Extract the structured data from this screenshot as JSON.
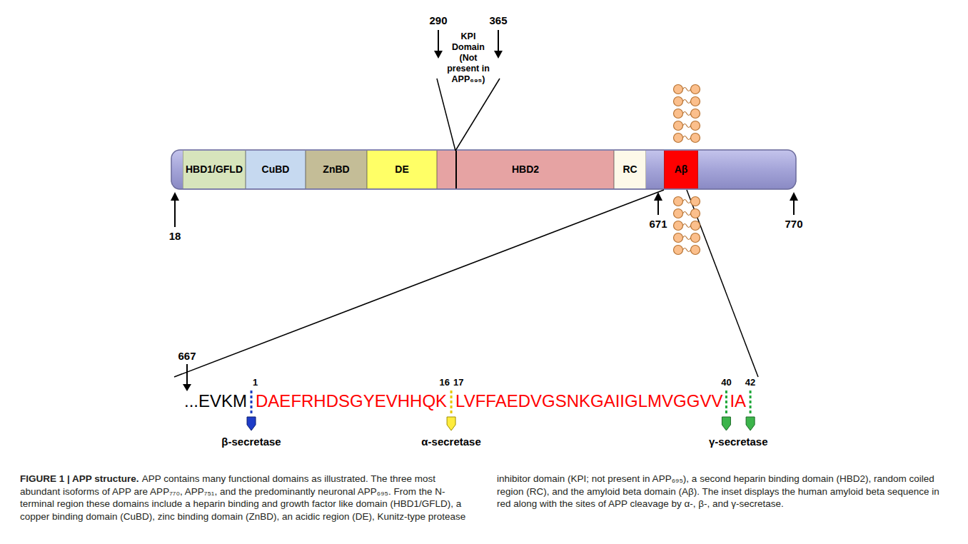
{
  "diagram": {
    "title": "FIGURE 1 | APP structure.",
    "caption": "APP contains many functional domains as illustrated. The three most abundant isoforms of APP are APP₇₇₀, APP₇₅₁, and the predominantly neuronal APP₆₉₅. From the N-terminal region these domains include a heparin binding and growth factor like domain (HBD1/GFLD), a copper binding domain (CuBD), zinc binding domain (ZnBD), an acidic region (DE), Kunitz-type protease inhibitor domain (KPI; not present in APP₆₉₅), a second heparin binding domain (HBD2), random coiled region (RC), and the amyloid beta domain (Aβ). The inset displays the human amyloid beta sequence in red along with the sites of APP cleavage by α-, β-, and γ-secretase.",
    "nodes": [
      {
        "text": [
          "HBD1/GFLD"
        ]
      },
      {
        "text": [
          "CuBD"
        ]
      },
      {
        "text": [
          "ZnBD"
        ]
      },
      {
        "text": [
          "DE"
        ]
      },
      {
        "text": [
          "HBD2"
        ]
      },
      {
        "text": [
          "RC"
        ]
      },
      {
        "text": [
          "Aβ"
        ]
      }
    ],
    "labels": [
      "290",
      "365",
      "KPI Domain (Not present in APP₆₉₅)",
      "18",
      "671",
      "770",
      "667",
      "...EVKM",
      "1",
      "16",
      "17",
      "DAEFRHDSGYEVHHQK",
      "LVFFAEDVGSNKGAIIGLMVGGVV",
      "40",
      "42",
      "IA",
      "β-secretase",
      "α-secretase",
      "γ-secretase"
    ]
  }
}
